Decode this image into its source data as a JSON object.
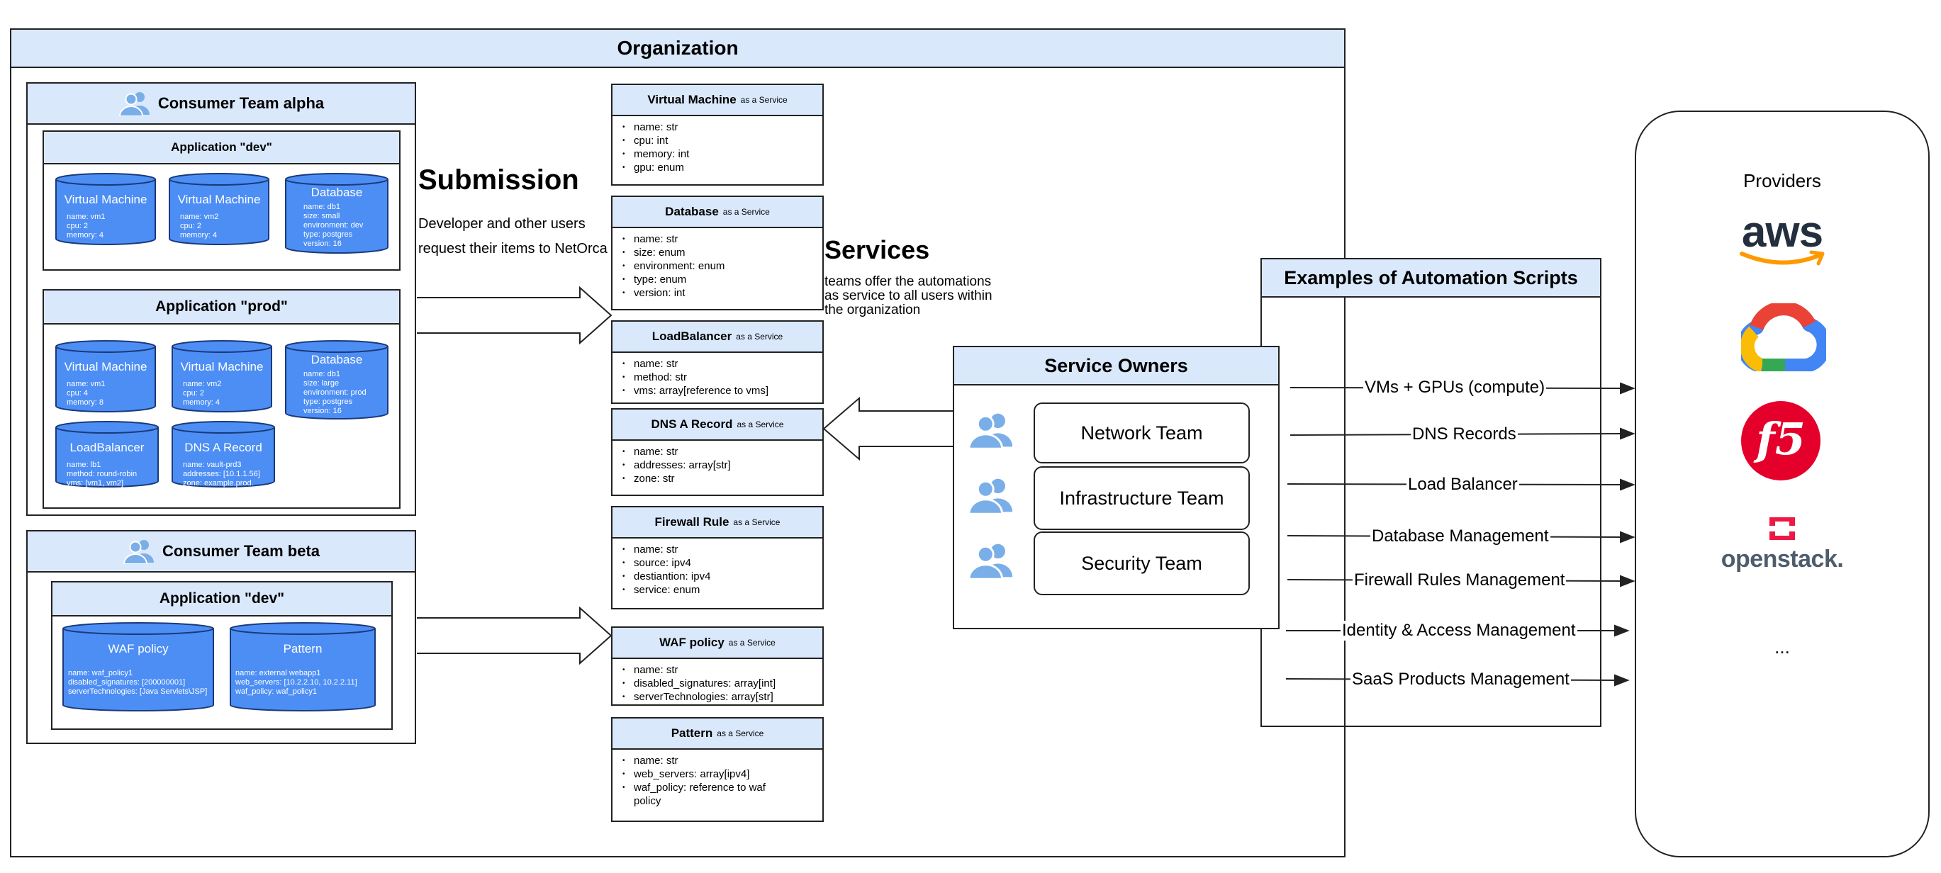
{
  "organization": {
    "title": "Organization"
  },
  "consumer_alpha": {
    "title": "Consumer Team alpha",
    "app_dev": {
      "title": "Application \"dev\"",
      "items": [
        {
          "title": "Virtual Machine",
          "details": [
            "name: vm1",
            "cpu: 2",
            "memory: 4"
          ]
        },
        {
          "title": "Virtual Machine",
          "details": [
            "name: vm2",
            "cpu: 2",
            "memory: 4"
          ]
        },
        {
          "title": "Database",
          "details": [
            "name: db1",
            "size: small",
            "environment: dev",
            "type: postgres",
            "version: 16"
          ]
        }
      ]
    },
    "app_prod": {
      "title": "Application \"prod\"",
      "items": [
        {
          "title": "Virtual Machine",
          "details": [
            "name: vm1",
            "cpu: 4",
            "memory: 8"
          ]
        },
        {
          "title": "Virtual Machine",
          "details": [
            "name: vm2",
            "cpu: 2",
            "memory: 4"
          ]
        },
        {
          "title": "Database",
          "details": [
            "name: db1",
            "size: large",
            "environment: prod",
            "type: postgres",
            "version: 16"
          ]
        },
        {
          "title": "LoadBalancer",
          "details": [
            "name: lb1",
            "method: round-robin",
            "vms: [vm1, vm2]"
          ]
        },
        {
          "title": "DNS A Record",
          "details": [
            "name: vault-prd3",
            "addresses: [10.1.1.56]",
            "zone: example.prod."
          ]
        }
      ]
    }
  },
  "consumer_beta": {
    "title": "Consumer Team beta",
    "app_dev": {
      "title": "Application \"dev\"",
      "items": [
        {
          "title": "WAF policy",
          "details": [
            "name: waf_policy1",
            "disabled_signatures: [200000001]",
            "serverTechnologies: [Java Servlets\\JSP]"
          ]
        },
        {
          "title": "Pattern",
          "details": [
            "name: external webapp1",
            "web_servers: [10.2.2.10, 10.2.2.11]",
            "waf_policy: waf_policy1"
          ]
        }
      ]
    }
  },
  "submission": {
    "title": "Submission",
    "text_line1": "Developer and other users",
    "text_line2": "request their items to NetOrca"
  },
  "services_label": {
    "title": "Services",
    "text_line1": "teams offer the automations",
    "text_line2": "as service to all users within",
    "text_line3": "the organization"
  },
  "services": [
    {
      "name": "Virtual Machine",
      "suffix": "as a Service",
      "fields": [
        "name: str",
        "cpu: int",
        "memory: int",
        "gpu: enum"
      ]
    },
    {
      "name": "Database",
      "suffix": "as a Service",
      "fields": [
        "name: str",
        "size: enum",
        "environment: enum",
        "type: enum",
        "version: int"
      ]
    },
    {
      "name": "LoadBalancer",
      "suffix": "as a Service",
      "fields": [
        "name: str",
        "method: str",
        "vms: array[reference to vms]"
      ]
    },
    {
      "name": "DNS A Record",
      "suffix": "as a Service",
      "fields": [
        "name: str",
        "addresses: array[str]",
        "zone: str"
      ]
    },
    {
      "name": "Firewall Rule",
      "suffix": "as a Service",
      "fields": [
        "name: str",
        "source: ipv4",
        "destiantion: ipv4",
        "service: enum"
      ]
    },
    {
      "name": "WAF policy",
      "suffix": "as a Service",
      "fields": [
        "name: str",
        "disabled_signatures: array[int]",
        "serverTechnologies: array[str]"
      ]
    },
    {
      "name": "Pattern",
      "suffix": "as a Service",
      "fields": [
        "name: str",
        "web_servers: array[ipv4]",
        "waf_policy: reference to waf",
        "policy"
      ]
    }
  ],
  "service_owners": {
    "title": "Service Owners",
    "teams": [
      "Network Team",
      "Infrastructure Team",
      "Security Team"
    ]
  },
  "automation": {
    "title": "Examples of Automation Scripts",
    "items": [
      "VMs + GPUs (compute)",
      "DNS Records",
      "Load Balancer",
      "Database Management",
      "Firewall Rules Management",
      "Identity & Access Management",
      "SaaS Products Management"
    ]
  },
  "providers": {
    "title": "Providers",
    "aws": "aws",
    "f5": "f5",
    "openstack": "openstack.",
    "more": "...",
    "colors": {
      "aws_orange": "#ff9900",
      "aws_text": "#232f3e",
      "f5_red": "#e4002b",
      "openstack_red": "#ed1944",
      "gcp_blue": "#4285f4",
      "gcp_red": "#ea4335",
      "gcp_yellow": "#fbbc05",
      "gcp_green": "#34a853"
    }
  },
  "colors": {
    "header_fill": "#dae8fc",
    "cylinder_fill": "#4d8ef5",
    "cylinder_stroke": "#1a3a7a",
    "icon_blue": "#7aaee8"
  }
}
